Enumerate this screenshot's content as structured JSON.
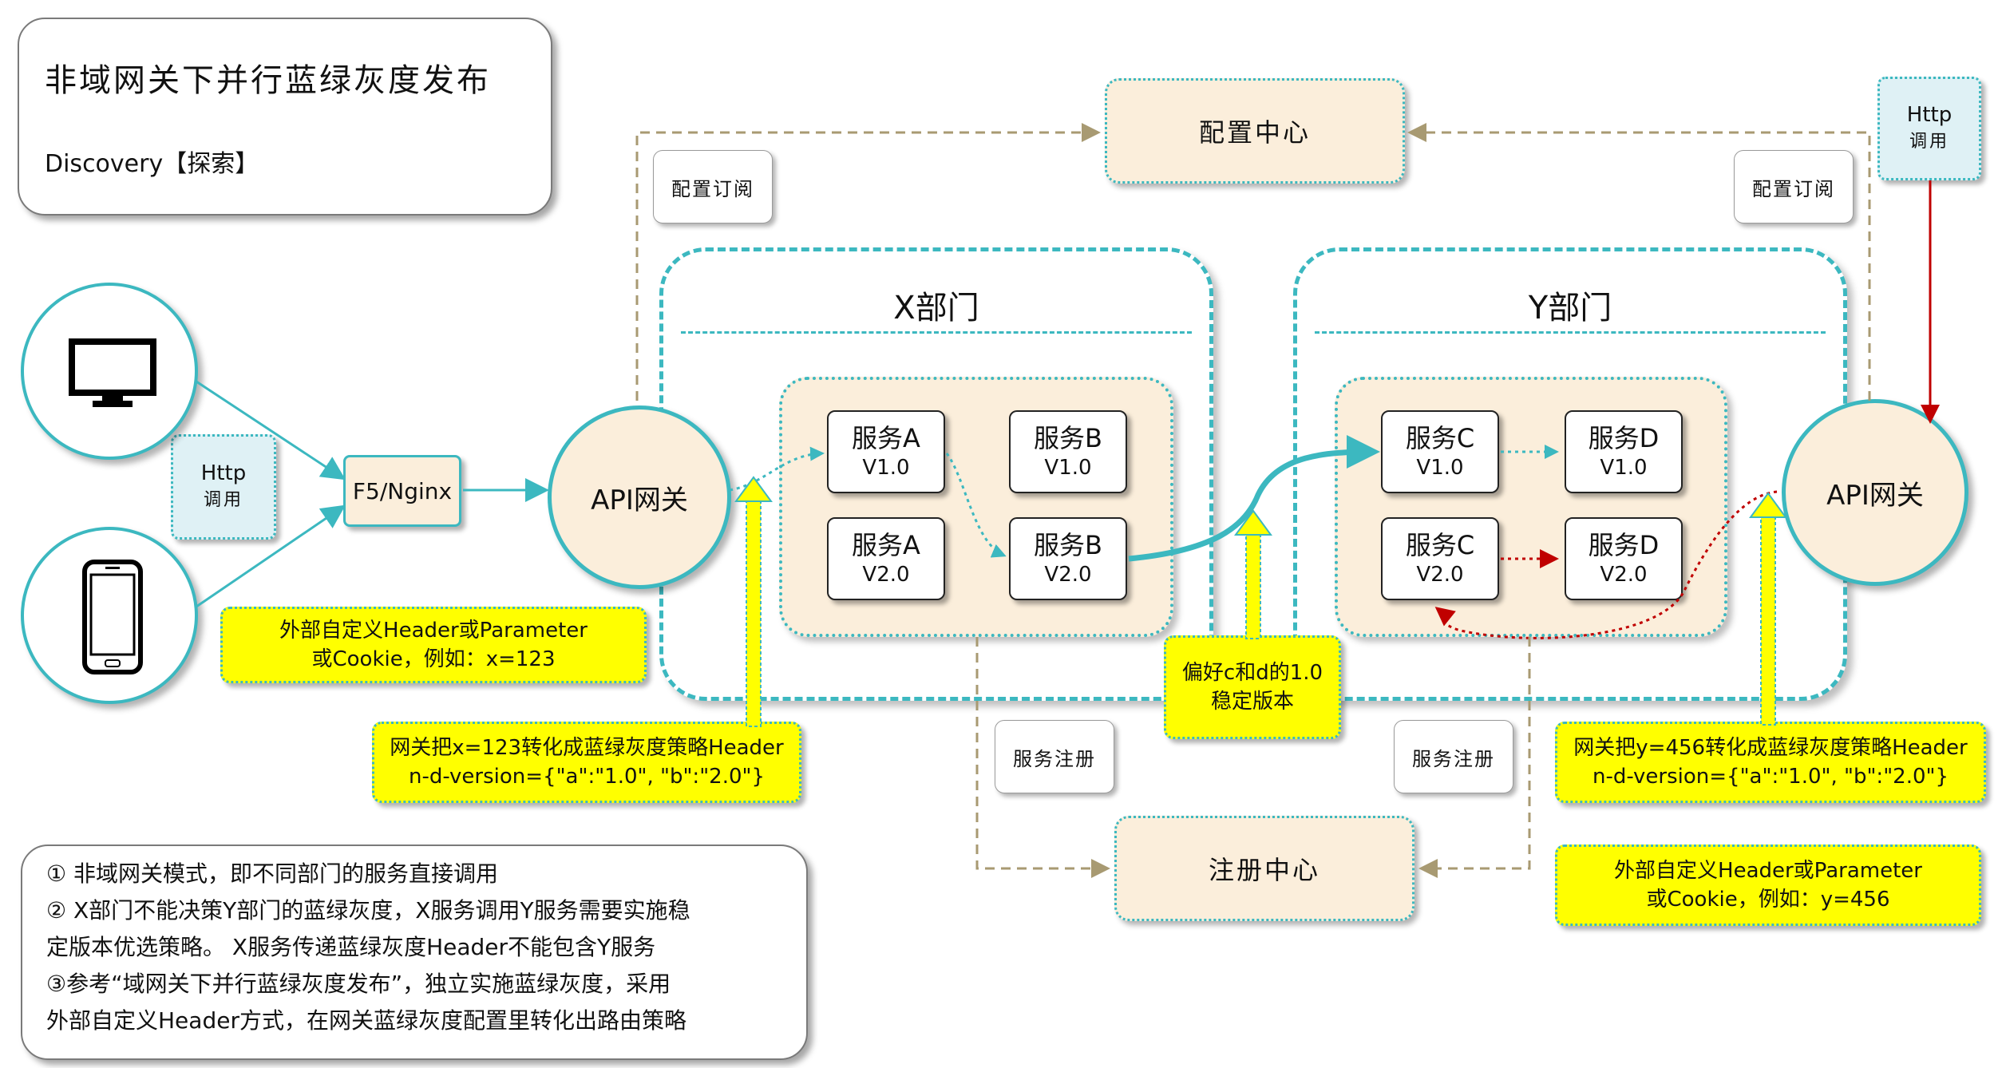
{
  "title": {
    "main": "非域网关下并行蓝绿灰度发布",
    "sub": "Discovery【探索】"
  },
  "config_center": "配置中心",
  "registry_center": "注册中心",
  "config_sub_left": "配置订阅",
  "config_sub_right": "配置订阅",
  "service_reg_left": "服务注册",
  "service_reg_right": "服务注册",
  "http_left": {
    "line1": "Http",
    "line2": "调用"
  },
  "http_right": {
    "line1": "Http",
    "line2": "调用"
  },
  "f5": "F5/Nginx",
  "gateway_left": "API网关",
  "gateway_right": "API网关",
  "dept_x": "X部门",
  "dept_y": "Y部门",
  "services": {
    "a1": {
      "name": "服务A",
      "version": "V1.0"
    },
    "b1": {
      "name": "服务B",
      "version": "V1.0"
    },
    "a2": {
      "name": "服务A",
      "version": "V2.0"
    },
    "b2": {
      "name": "服务B",
      "version": "V2.0"
    },
    "c1": {
      "name": "服务C",
      "version": "V1.0"
    },
    "d1": {
      "name": "服务D",
      "version": "V1.0"
    },
    "c2": {
      "name": "服务C",
      "version": "V2.0"
    },
    "d2": {
      "name": "服务D",
      "version": "V2.0"
    }
  },
  "yellow_left_top": {
    "line1": "外部自定义Header或Parameter",
    "line2": "或Cookie，例如：x=123"
  },
  "yellow_left_bottom": {
    "line1": "网关把x=123转化成蓝绿灰度策略Header",
    "line2": "n-d-version={\"a\":\"1.0\", \"b\":\"2.0\"}"
  },
  "yellow_center": {
    "line1": "偏好c和d的1.0",
    "line2": "稳定版本"
  },
  "yellow_right_top": {
    "line1": "网关把y=456转化成蓝绿灰度策略Header",
    "line2": "n-d-version={\"a\":\"1.0\", \"b\":\"2.0\"}"
  },
  "yellow_right_bottom": {
    "line1": "外部自定义Header或Parameter",
    "line2": "或Cookie，例如：y=456"
  },
  "notes": [
    "① 非域网关模式，即不同部门的服务直接调用",
    "② X部门不能决策Y部门的蓝绿灰度，X服务调用Y服务需要实施稳",
    "定版本优选策略。 X服务传递蓝绿灰度Header不能包含Y服务",
    "③参考“域网关下并行蓝绿灰度发布”，独立实施蓝绿灰度，采用",
    "外部自定义Header方式，在网关蓝绿灰度配置里转化出路由策略"
  ],
  "icons": [
    "monitor-icon",
    "smartphone-icon"
  ],
  "colors": {
    "teal": "#3cb8c0",
    "beige": "#fbeedb",
    "yellow": "#ffff00",
    "dashed_brown": "#a89a72",
    "red": "#c00000"
  }
}
